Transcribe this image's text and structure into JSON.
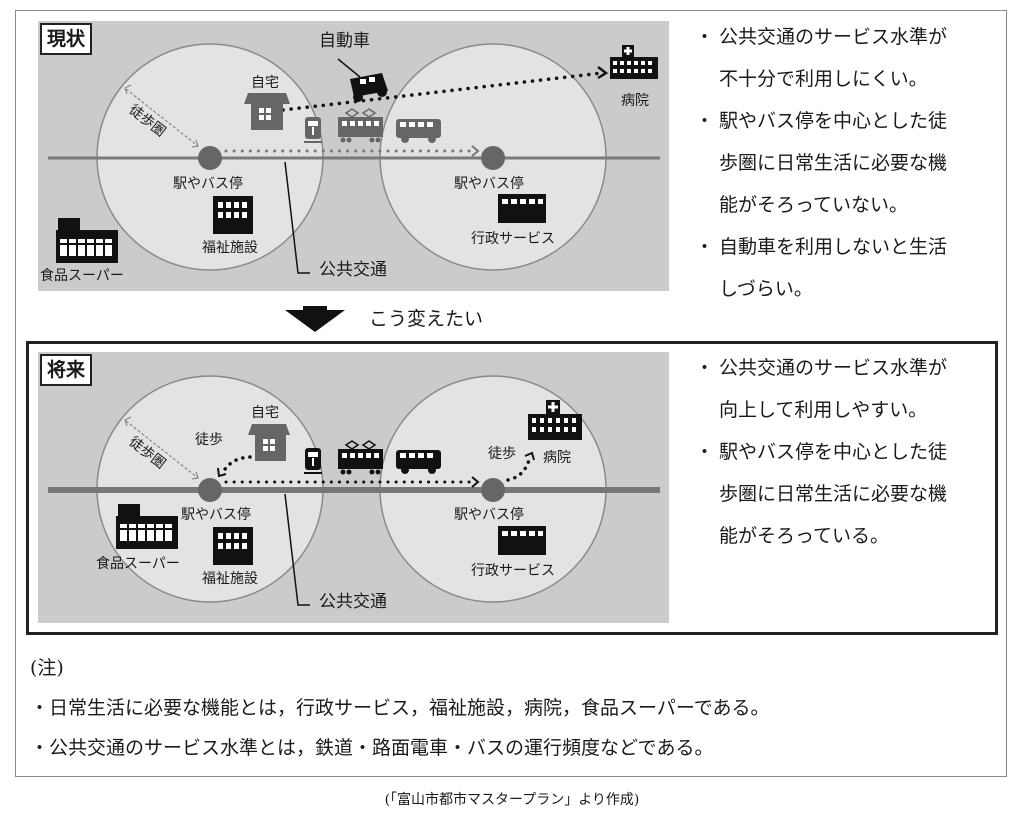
{
  "current": {
    "tag": "現状",
    "labels": {
      "car": "自動車",
      "home": "自宅",
      "hospital": "病院",
      "walk_zone": "徒歩圏",
      "station_left": "駅やバス停",
      "station_right": "駅やバス停",
      "welfare": "福祉施設",
      "admin": "行政サービス",
      "supermarket": "食品スーパー",
      "public_transport": "公共交通"
    },
    "points": [
      "公共交通のサービス水準が不十分で利用しにくい。",
      "駅やバス停を中心とした徒歩圏に日常生活に必要な機能がそろっていない。",
      "自動車を利用しないと生活しづらい。"
    ],
    "points_lines": [
      [
        "公共交通のサービス水準が",
        "不十分で利用しにくい。"
      ],
      [
        "駅やバス停を中心とした徒",
        "歩圏に日常生活に必要な機",
        "能がそろっていない。"
      ],
      [
        "自動車を利用しないと生活",
        "しづらい。"
      ]
    ]
  },
  "transition": {
    "label": "こう変えたい"
  },
  "future": {
    "tag": "将来",
    "labels": {
      "home": "自宅",
      "walk_left": "徒歩",
      "walk_right": "徒歩",
      "hospital": "病院",
      "walk_zone": "徒歩圏",
      "station_left": "駅やバス停",
      "station_right": "駅やバス停",
      "welfare": "福祉施設",
      "admin": "行政サービス",
      "supermarket": "食品スーパー",
      "public_transport": "公共交通"
    },
    "points_lines": [
      [
        "公共交通のサービス水準が",
        "向上して利用しやすい。"
      ],
      [
        "駅やバス停を中心とした徒",
        "歩圏に日常生活に必要な機",
        "能がそろっている。"
      ]
    ]
  },
  "notes": {
    "heading": "(注)",
    "items": [
      "日常生活に必要な機能とは，行政サービス，福祉施設，病院，食品スーパーである。",
      "公共交通のサービス水準とは，鉄道・路面電車・バスの運行頻度などである。"
    ]
  },
  "source": "(「富山市都市マスタープラン」より作成)",
  "colors": {
    "panel_bg": "#cbcbcb",
    "circle_fill": "#e3e3e3",
    "current_icons": "#666666",
    "future_icons": "#1a1a1a",
    "dark": "#1a1a1a"
  }
}
